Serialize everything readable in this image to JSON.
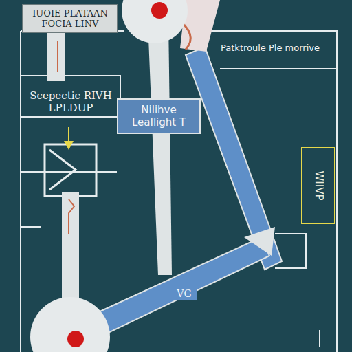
{
  "diagram": {
    "nodes": [
      {
        "text": [
          "IUOIE PLATAAN FOCIA LINV"
        ]
      },
      {
        "text": [
          "Nilihve LeaIlight T"
        ]
      },
      {
        "text": [
          "WIIVP"
        ]
      }
    ],
    "labels": [
      "Scepectic RIVH LPLDUP",
      "Patktroule Ple morrive",
      "VG"
    ]
  }
}
